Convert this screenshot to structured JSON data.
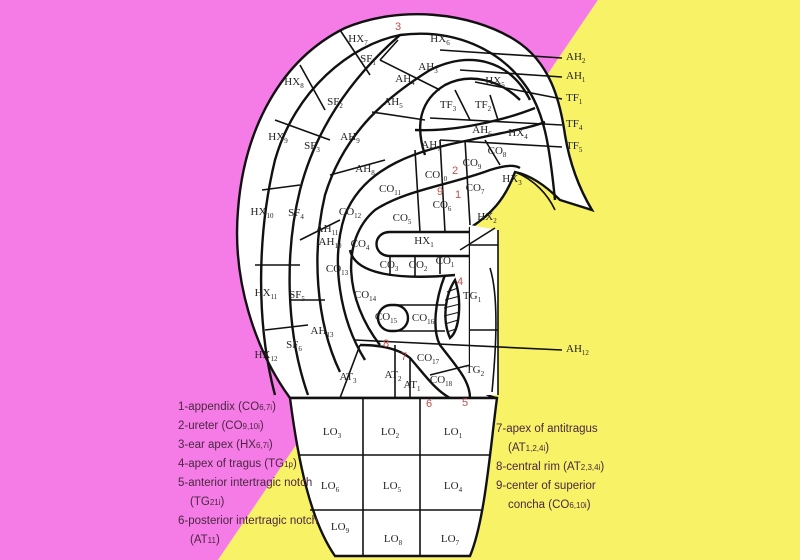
{
  "colors": {
    "pink": "#f57be6",
    "yellow": "#f8f266",
    "number_red": "#c0504d"
  },
  "regions": [
    {
      "b": "HX",
      "s": "7"
    },
    {
      "b": "HX",
      "s": "6"
    },
    {
      "b": "SF",
      "s": "1"
    },
    {
      "b": "AH",
      "s": "3"
    },
    {
      "b": "HX",
      "s": "8"
    },
    {
      "b": "AH",
      "s": "4"
    },
    {
      "b": "HX",
      "s": "5"
    },
    {
      "b": "SF",
      "s": "2"
    },
    {
      "b": "AH",
      "s": "5"
    },
    {
      "b": "TF",
      "s": "3"
    },
    {
      "b": "TF",
      "s": "2"
    },
    {
      "b": "AH",
      "s": "9"
    },
    {
      "b": "AH",
      "s": "6"
    },
    {
      "b": "HX",
      "s": "4"
    },
    {
      "b": "HX",
      "s": "9"
    },
    {
      "b": "SF",
      "s": "3"
    },
    {
      "b": "AH",
      "s": "7"
    },
    {
      "b": "CO",
      "s": "8"
    },
    {
      "b": "CO",
      "s": "9"
    },
    {
      "b": "AH",
      "s": "8"
    },
    {
      "b": "CO",
      "s": "10"
    },
    {
      "b": "CO",
      "s": "11"
    },
    {
      "b": "HX",
      "s": "3"
    },
    {
      "b": "CO",
      "s": "7"
    },
    {
      "b": "CO",
      "s": "6"
    },
    {
      "b": "CO",
      "s": "12"
    },
    {
      "b": "HX",
      "s": "10"
    },
    {
      "b": "SF",
      "s": "4"
    },
    {
      "b": "AH",
      "s": "11"
    },
    {
      "b": "CO",
      "s": "5"
    },
    {
      "b": "HX",
      "s": "2"
    },
    {
      "b": "AH",
      "s": "10"
    },
    {
      "b": "CO",
      "s": "4"
    },
    {
      "b": "HX",
      "s": "1"
    },
    {
      "b": "CO",
      "s": "13"
    },
    {
      "b": "CO",
      "s": "3"
    },
    {
      "b": "CO",
      "s": "2"
    },
    {
      "b": "CO",
      "s": "1"
    },
    {
      "b": "HX",
      "s": "11"
    },
    {
      "b": "SF",
      "s": "5"
    },
    {
      "b": "CO",
      "s": "14"
    },
    {
      "b": "TG",
      "s": "1"
    },
    {
      "b": "CO",
      "s": "15"
    },
    {
      "b": "CO",
      "s": "16"
    },
    {
      "b": "AH",
      "s": "13"
    },
    {
      "b": "HX",
      "s": "12"
    },
    {
      "b": "SF",
      "s": "6"
    },
    {
      "b": "CO",
      "s": "17"
    },
    {
      "b": "AT",
      "s": "3"
    },
    {
      "b": "AT",
      "s": "2"
    },
    {
      "b": "AT",
      "s": "1"
    },
    {
      "b": "CO",
      "s": "18"
    },
    {
      "b": "TG",
      "s": "2"
    },
    {
      "b": "LO",
      "s": "3"
    },
    {
      "b": "LO",
      "s": "2"
    },
    {
      "b": "LO",
      "s": "1"
    },
    {
      "b": "LO",
      "s": "6"
    },
    {
      "b": "LO",
      "s": "5"
    },
    {
      "b": "LO",
      "s": "4"
    },
    {
      "b": "LO",
      "s": "9"
    },
    {
      "b": "LO",
      "s": "8"
    },
    {
      "b": "LO",
      "s": "7"
    }
  ],
  "callouts": [
    {
      "b": "AH",
      "s": "2"
    },
    {
      "b": "AH",
      "s": "1"
    },
    {
      "b": "TF",
      "s": "1"
    },
    {
      "b": "TF",
      "s": "4"
    },
    {
      "b": "TF",
      "s": "5"
    },
    {
      "b": "AH",
      "s": "12"
    }
  ],
  "points": [
    "3",
    "2",
    "9",
    "1",
    "4",
    "8",
    "7",
    "6",
    "5"
  ],
  "legend_left": [
    {
      "text": "1-appendix (CO",
      "sub": "6,7i",
      "end": ")"
    },
    {
      "text": "2-ureter (CO",
      "sub": "9,10i",
      "end": ")"
    },
    {
      "text": "3-ear apex (HX",
      "sub": "6,7i",
      "end": ")"
    },
    {
      "text": "4-apex of tragus (TG",
      "sub": "1p",
      "end": ")"
    },
    {
      "text": "5-anterior intertragic notch",
      "sub": "",
      "end": ""
    },
    {
      "text": "(TG",
      "sub": "21i",
      "end": ")"
    },
    {
      "text": "6-posterior intertragic notch",
      "sub": "",
      "end": ""
    },
    {
      "text": "(AT",
      "sub": "11",
      "end": ")"
    }
  ],
  "legend_right": [
    {
      "text": "7-apex of antitragus",
      "sub": "",
      "end": ""
    },
    {
      "text": "(AT",
      "sub": "1,2,4i",
      "end": ")"
    },
    {
      "text": "8-central rim (AT",
      "sub": "2,3,4i",
      "end": ")"
    },
    {
      "text": "9-center of superior",
      "sub": "",
      "end": ""
    },
    {
      "text": "concha (CO",
      "sub": "6,10i",
      "end": ")"
    }
  ]
}
